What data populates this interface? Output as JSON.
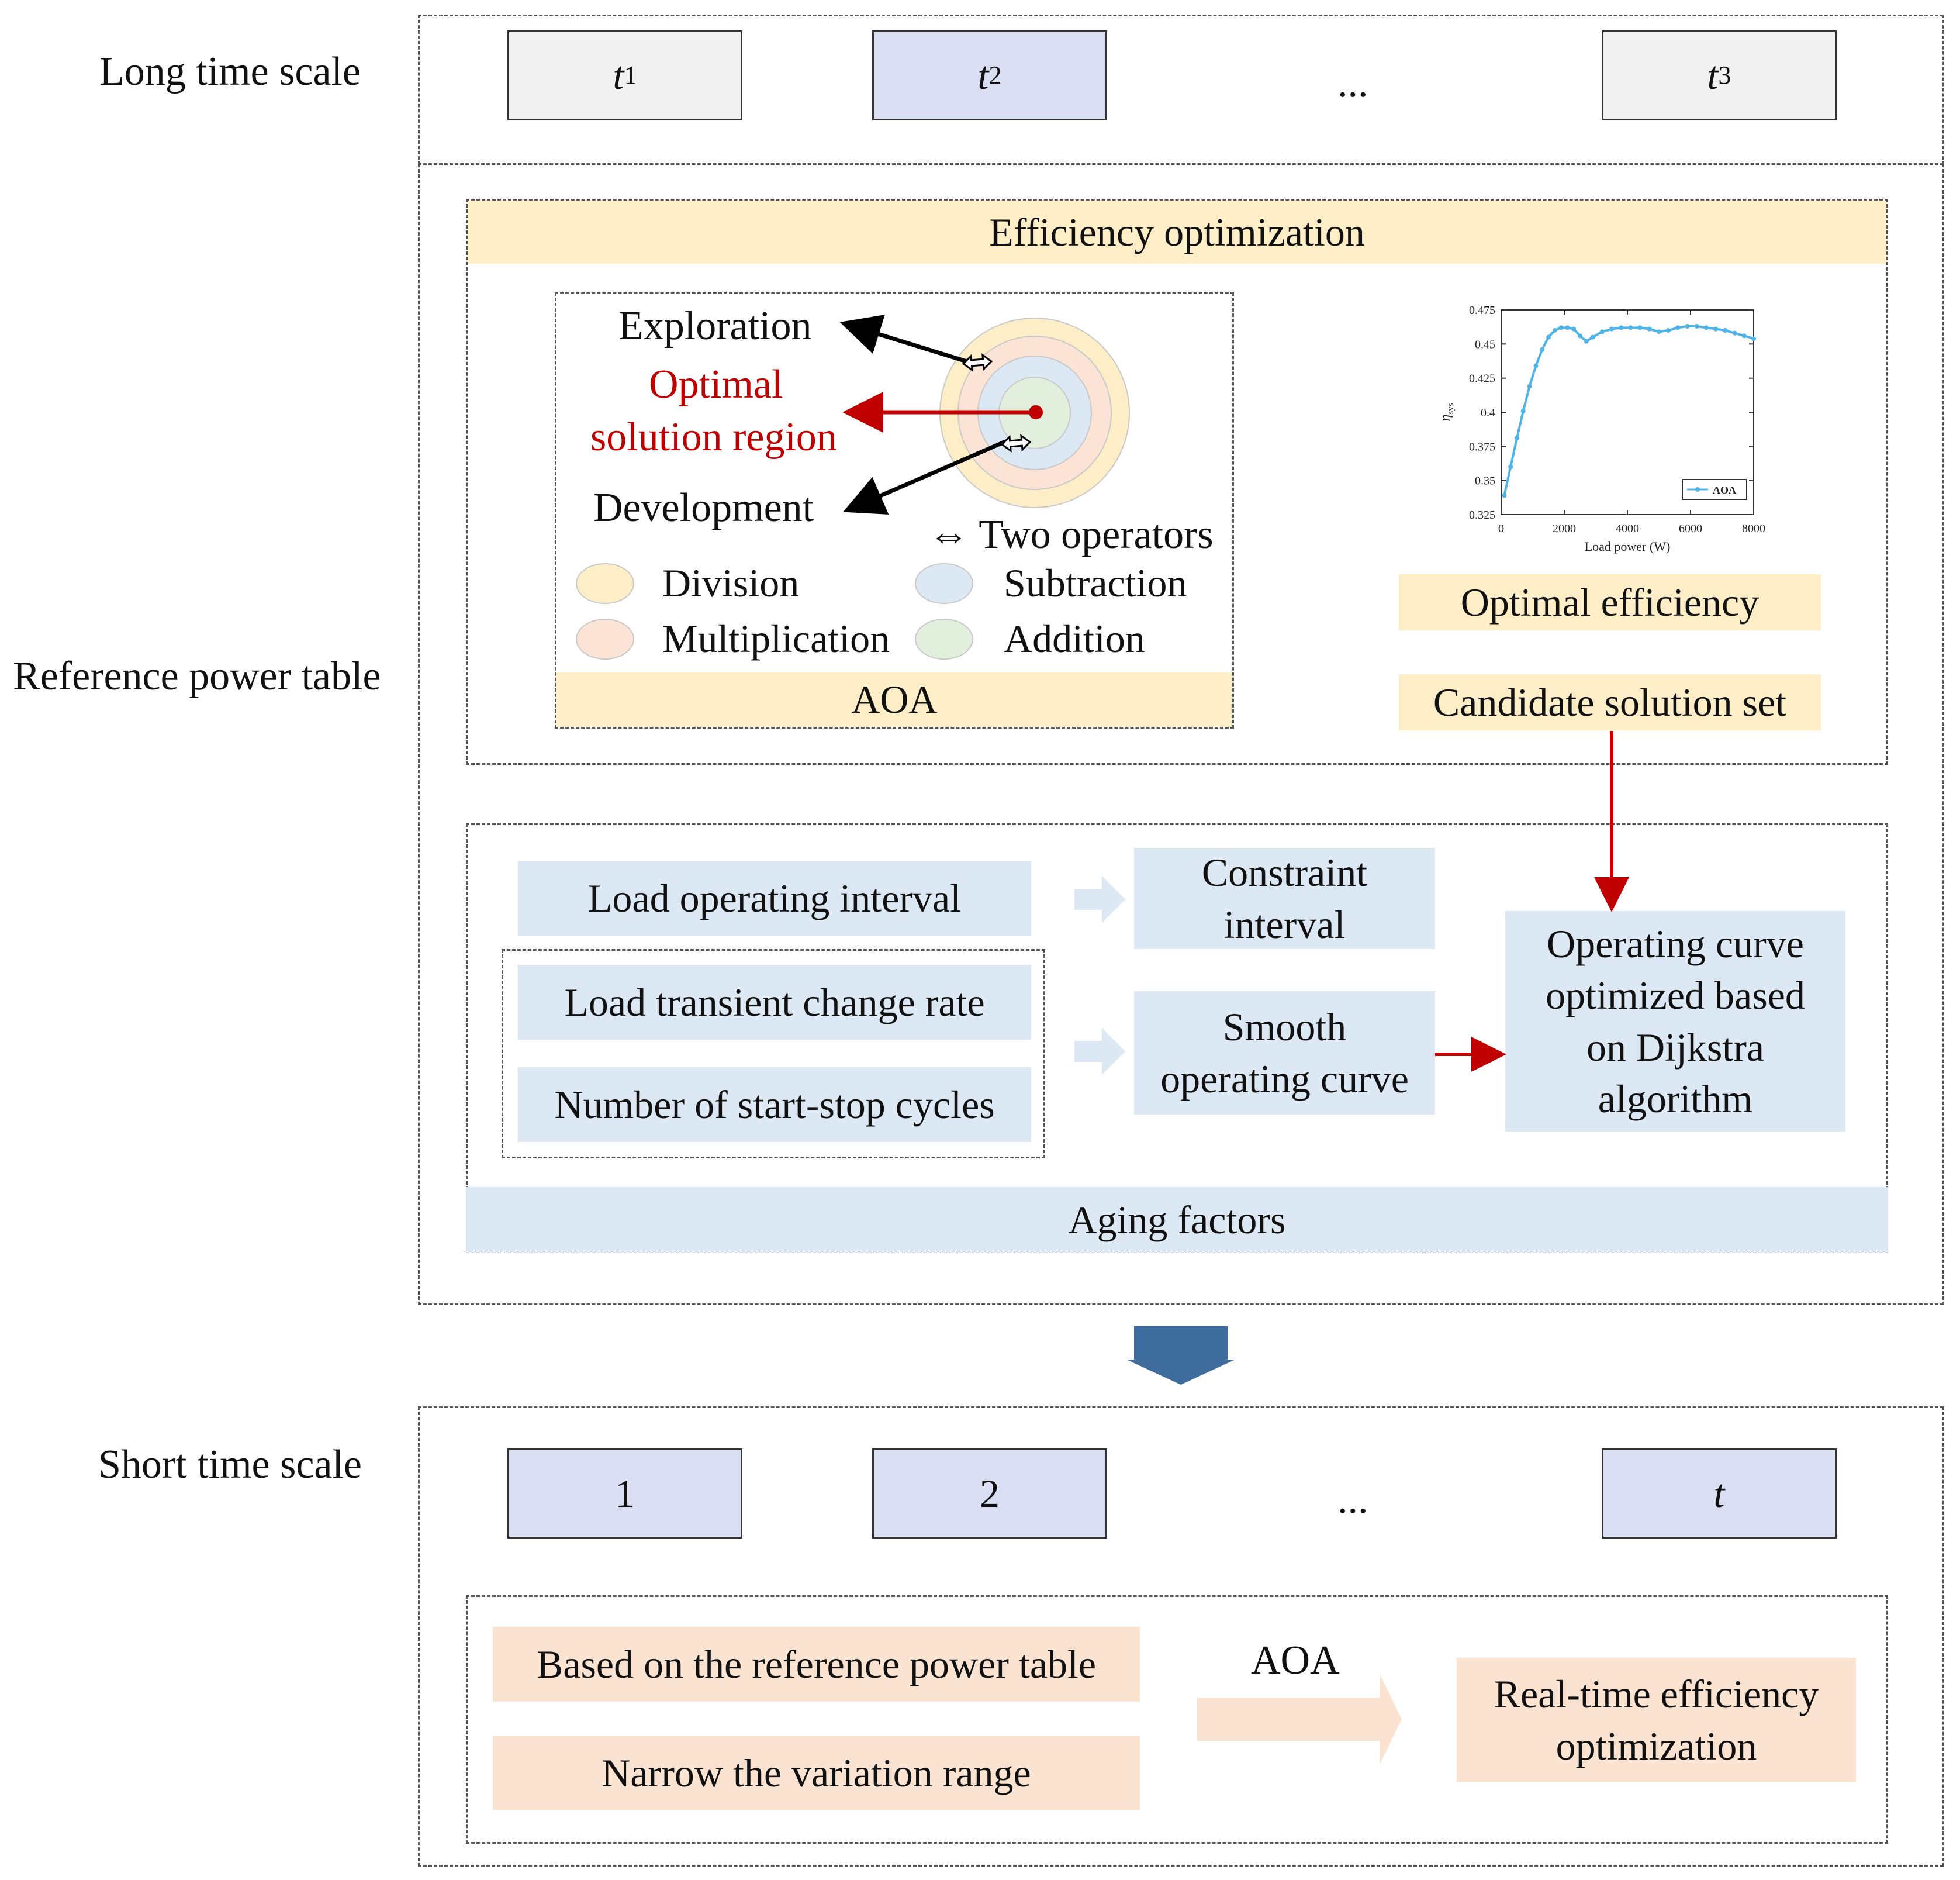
{
  "long_scale": {
    "label": "Long time scale",
    "slots": [
      {
        "sym": "t",
        "sub": "1"
      },
      {
        "sym": "t",
        "sub": "2"
      },
      {
        "ellipsis": "..."
      },
      {
        "sym": "t",
        "sub": "3"
      }
    ]
  },
  "reference_table": {
    "label": "Reference power table",
    "efficiency": {
      "title": "Efficiency optimization",
      "aoa_panel": {
        "exploration": "Exploration",
        "optimal_line1": "Optimal",
        "optimal_line2": "solution region",
        "development": "Development",
        "two_operators": "Two operators",
        "legend": {
          "division": "Division",
          "subtraction": "Subtraction",
          "multiplication": "Multiplication",
          "addition": "Addition"
        },
        "footer": "AOA",
        "colors": {
          "division": "#fdeec8",
          "multiplication": "#fbe3d5",
          "subtraction": "#dde8f5",
          "addition": "#e1efdc",
          "optimal_text": "#c00000"
        }
      },
      "chart_caption": "Optimal efficiency",
      "candidate_label": "Candidate solution set"
    },
    "aging": {
      "load_interval": "Load operating interval",
      "constraint_line1": "Constraint",
      "constraint_line2": "interval",
      "transient_rate": "Load transient change rate",
      "start_stop": "Number of start-stop cycles",
      "smooth_line1": "Smooth",
      "smooth_line2": "operating curve",
      "dijkstra_line1": "Operating curve",
      "dijkstra_line2": "optimized based",
      "dijkstra_line3": "on Dijkstra",
      "dijkstra_line4": "algorithm",
      "footer": "Aging factors"
    }
  },
  "short_scale": {
    "label": "Short time scale",
    "slots": [
      "1",
      "2",
      "...",
      "t"
    ],
    "based_on": "Based on the reference power table",
    "narrow": "Narrow the variation range",
    "aoa": "AOA",
    "realtime_line1": "Real-time efficiency",
    "realtime_line2": "optimization"
  },
  "chart_data": {
    "type": "line",
    "ylabel_sym": "η",
    "ylabel_sub": "sys",
    "xlabel": "Load power (W)",
    "xlim": [
      0,
      8000
    ],
    "ylim": [
      0.325,
      0.475
    ],
    "xticks": [
      "0",
      "2000",
      "4000",
      "6000",
      "8000"
    ],
    "yticks": [
      "0.325",
      "0.35",
      "0.375",
      "0.4",
      "0.425",
      "0.45",
      "0.475"
    ],
    "series": [
      {
        "name": "AOA",
        "color": "#4fb3e8",
        "x": [
          100,
          300,
          500,
          700,
          900,
          1100,
          1300,
          1500,
          1700,
          1900,
          2100,
          2300,
          2500,
          2700,
          2900,
          3200,
          3500,
          3800,
          4100,
          4400,
          4700,
          5000,
          5300,
          5600,
          5900,
          6200,
          6500,
          6800,
          7100,
          7400,
          7700,
          8000
        ],
        "y": [
          0.339,
          0.36,
          0.381,
          0.401,
          0.419,
          0.434,
          0.446,
          0.455,
          0.46,
          0.462,
          0.462,
          0.461,
          0.456,
          0.452,
          0.455,
          0.459,
          0.461,
          0.462,
          0.462,
          0.462,
          0.461,
          0.459,
          0.46,
          0.462,
          0.463,
          0.463,
          0.462,
          0.461,
          0.46,
          0.458,
          0.456,
          0.454
        ]
      }
    ],
    "legend_position": "bottom-right"
  }
}
